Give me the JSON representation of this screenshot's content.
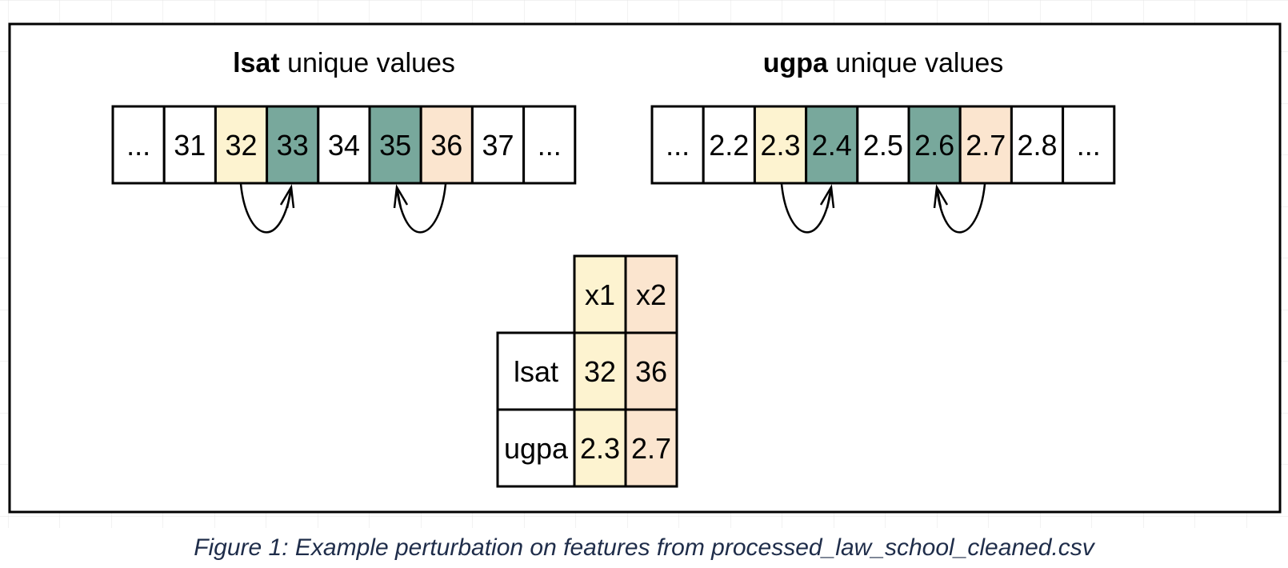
{
  "colors": {
    "yellow": "#fdf3d0",
    "teal": "#78a89c",
    "peach": "#fbe5cf",
    "white": "#ffffff",
    "stroke": "#000000",
    "caption": "#1f2d4a"
  },
  "lsat_panel": {
    "title_bold": "lsat",
    "title_rest": " unique values",
    "cells": [
      {
        "text": "...",
        "fill": "white"
      },
      {
        "text": "31",
        "fill": "white"
      },
      {
        "text": "32",
        "fill": "yellow"
      },
      {
        "text": "33",
        "fill": "teal"
      },
      {
        "text": "34",
        "fill": "white"
      },
      {
        "text": "35",
        "fill": "teal"
      },
      {
        "text": "36",
        "fill": "peach"
      },
      {
        "text": "37",
        "fill": "white"
      },
      {
        "text": "...",
        "fill": "white"
      }
    ]
  },
  "ugpa_panel": {
    "title_bold": "ugpa",
    "title_rest": " unique values",
    "cells": [
      {
        "text": "...",
        "fill": "white"
      },
      {
        "text": "2.2",
        "fill": "white"
      },
      {
        "text": "2.3",
        "fill": "yellow"
      },
      {
        "text": "2.4",
        "fill": "teal"
      },
      {
        "text": "2.5",
        "fill": "white"
      },
      {
        "text": "2.6",
        "fill": "teal"
      },
      {
        "text": "2.7",
        "fill": "peach"
      },
      {
        "text": "2.8",
        "fill": "white"
      },
      {
        "text": "...",
        "fill": "white"
      }
    ]
  },
  "table": {
    "headers": [
      "x1",
      "x2"
    ],
    "rows": [
      {
        "label": "lsat",
        "values": [
          "32",
          "36"
        ]
      },
      {
        "label": "ugpa",
        "values": [
          "2.3",
          "2.7"
        ]
      }
    ]
  },
  "caption": "Figure 1: Example perturbation on features from processed_law_school_cleaned.csv"
}
